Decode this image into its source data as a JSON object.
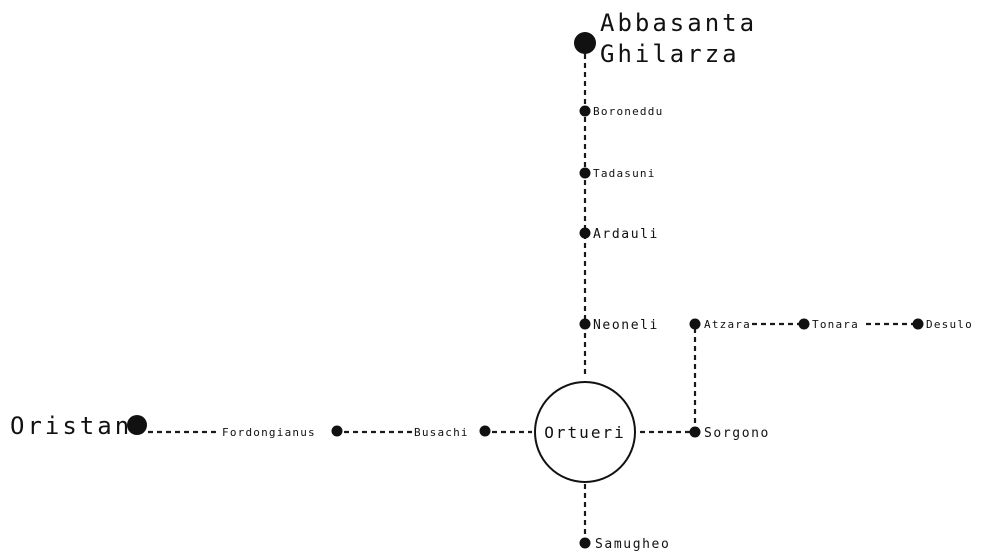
{
  "map": {
    "stations": {
      "abbasanta": "Abbasanta",
      "ghilarza": "Ghilarza",
      "boroneddu": "Boroneddu",
      "tadasuni": "Tadasuni",
      "ardauli": "Ardauli",
      "neoneli": "Neoneli",
      "ortueri": "Ortueri",
      "samugheo": "Samugheo",
      "oristano": "Oristano",
      "fordongianus": "Fordongianus",
      "busachi": "Busachi",
      "sorgono": "Sorgono",
      "atzara": "Atzara",
      "tonara": "Tonara",
      "desulo": "Desulo"
    },
    "colors": {
      "line": "#1a1a1a",
      "text": "#111111",
      "background": "#ffffff"
    }
  }
}
